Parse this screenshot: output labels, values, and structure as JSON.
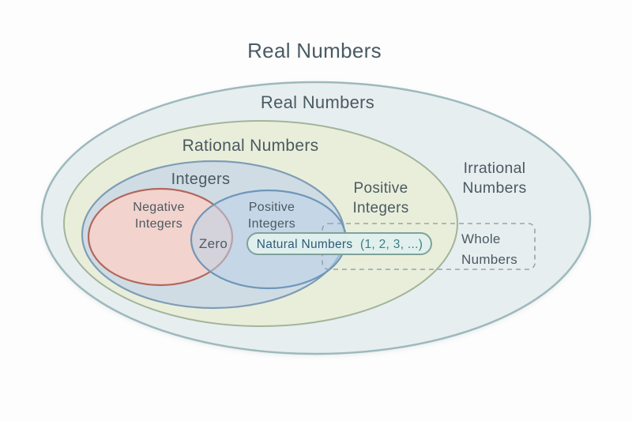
{
  "title": "Real Numbers",
  "colors": {
    "background": "#fdfdfd",
    "title_text": "#4a5b63",
    "label_text": "#4b5a62",
    "real_fill": "#e7eef0",
    "real_stroke": "#9db9bd",
    "rational_fill": "#e9eed8",
    "rational_stroke": "#a3b49b",
    "integers_fill": "#ccdae5",
    "integers_stroke": "#7e9db6",
    "negative_fill": "#f4d1cb",
    "negative_stroke": "#b2675e",
    "positive_fill": "#bcd2e8",
    "positive_stroke": "#6f96ba",
    "natural_fill": "#e0efec",
    "natural_stroke": "#7fa29b",
    "natural_text": "#2d5c79",
    "natural_seq_text": "#3e7e86",
    "whole_stroke": "#97a3a7"
  },
  "sets": {
    "real": {
      "label": "Real Numbers"
    },
    "rational": {
      "label": "Rational Numbers"
    },
    "integers": {
      "label": "Integers"
    },
    "negative": {
      "line1": "Negative",
      "line2": "Integers"
    },
    "positive_inner": {
      "line1": "Positive",
      "line2": "Integers"
    },
    "zero": {
      "label": "Zero"
    },
    "natural": {
      "name": "Natural Numbers",
      "sequence": "(1, 2, 3, ...)"
    },
    "positive_outer": {
      "line1": "Positive",
      "line2": "Integers"
    },
    "irrational": {
      "line1": "Irrational",
      "line2": "Numbers"
    },
    "whole": {
      "line1": "Whole",
      "line2": "Numbers"
    }
  }
}
